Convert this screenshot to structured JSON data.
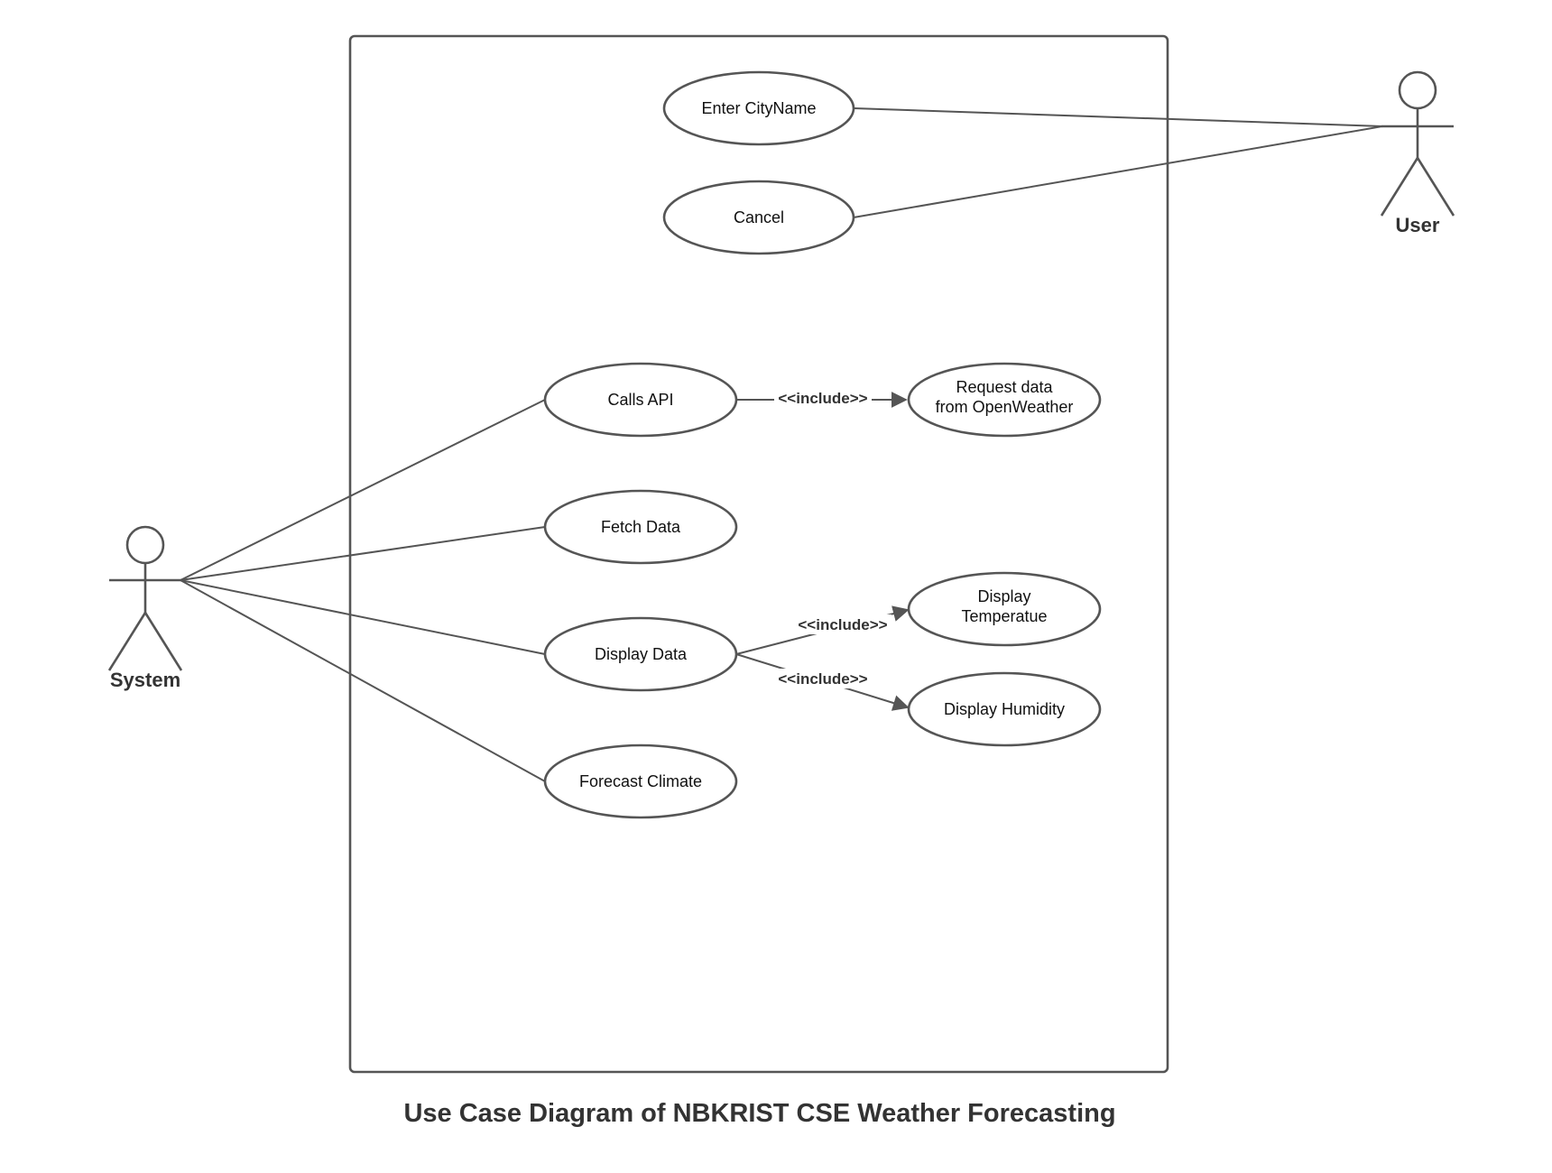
{
  "diagram": {
    "title": "Use Case Diagram of NBKRIST CSE Weather Forecasting",
    "actors": {
      "user": "User",
      "system": "System"
    },
    "use_cases": {
      "enter_city": [
        "Enter CityName"
      ],
      "cancel": [
        "Cancel"
      ],
      "calls_api": [
        "Calls API"
      ],
      "request_data": [
        "Request data",
        "from OpenWeather"
      ],
      "fetch_data": [
        "Fetch Data"
      ],
      "display_data": [
        "Display Data"
      ],
      "display_temp": [
        "Display",
        "Temperatue"
      ],
      "display_humidity": [
        "Display Humidity"
      ],
      "forecast": [
        "Forecast Climate"
      ]
    },
    "relations": {
      "include_api": "<<include>>",
      "include_temp": "<<include>>",
      "include_humidity": "<<include>>"
    },
    "colors": {
      "stroke": "#555555",
      "text": "#111111",
      "label": "#333333",
      "background": "#ffffff"
    }
  }
}
